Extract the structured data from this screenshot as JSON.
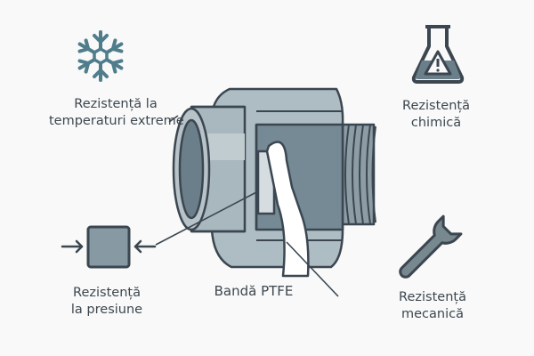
{
  "features": {
    "temperature": {
      "line1": "Rezistență la",
      "line2": "temperaturi extreme",
      "icon": "snowflake-icon"
    },
    "chemical": {
      "line1": "Rezistență",
      "line2": "chimică",
      "icon": "flask-warning-icon"
    },
    "pressure": {
      "line1": "Rezistență",
      "line2": "la presiune",
      "icon": "pressure-square-icon"
    },
    "mechanical": {
      "line1": "Rezistență",
      "line2": "mecanică",
      "icon": "wrench-icon"
    }
  },
  "center": {
    "label": "Bandă PTFE"
  },
  "colors": {
    "background": "#f8f9f8",
    "outline": "#3b4650",
    "metal_light": "#b6c3c9",
    "metal_mid": "#8e9ea7",
    "metal_dark": "#6e818b",
    "icon_teal": "#4f7d8c",
    "tape": "#ffffff"
  }
}
